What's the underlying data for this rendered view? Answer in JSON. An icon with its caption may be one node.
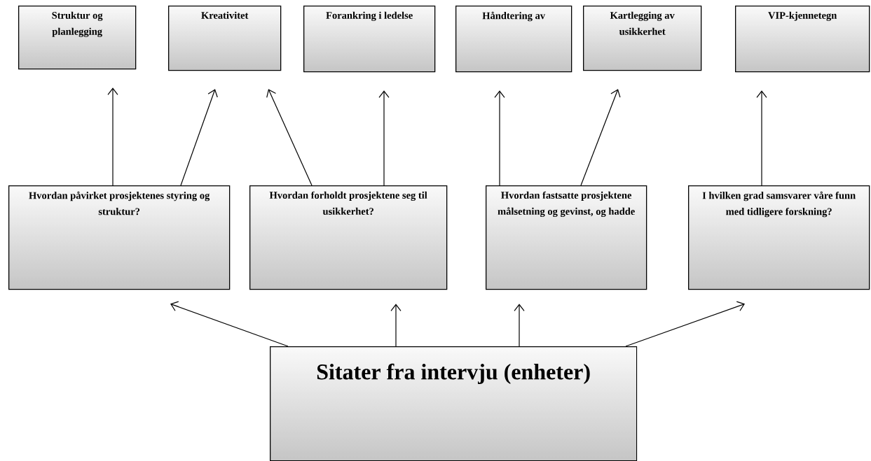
{
  "diagram": {
    "nodes": [
      {
        "text": [
          "Struktur og planlegging"
        ]
      },
      {
        "text": [
          "Kreativitet"
        ]
      },
      {
        "text": [
          "Forankring i ledelse"
        ]
      },
      {
        "text": [
          "Håndtering av"
        ]
      },
      {
        "text": [
          "Kartlegging av usikkerhet"
        ]
      },
      {
        "text": [
          "VIP-kjennetegn"
        ]
      },
      {
        "text": [
          "Hvordan påvirket prosjektenes styring og struktur?"
        ]
      },
      {
        "text": [
          "Hvordan forholdt prosjektene seg til usikkerhet?"
        ]
      },
      {
        "text": [
          "Hvordan fastsatte prosjektene målsetning og gevinst, og hadde"
        ]
      },
      {
        "text": [
          "I hvilken grad samsvarer våre funn med tidligere forskning?"
        ]
      },
      {
        "text": [
          "Sitater fra intervju (enheter)"
        ]
      }
    ],
    "edges": [
      {
        "from": 10,
        "to": 6,
        "arrow": "to"
      },
      {
        "from": 10,
        "to": 7,
        "arrow": "to"
      },
      {
        "from": 10,
        "to": 8,
        "arrow": "to"
      },
      {
        "from": 10,
        "to": 9,
        "arrow": "to"
      },
      {
        "from": 6,
        "to": 0,
        "arrow": "to"
      },
      {
        "from": 6,
        "to": 1,
        "arrow": "to"
      },
      {
        "from": 7,
        "to": 1,
        "arrow": "to"
      },
      {
        "from": 7,
        "to": 2,
        "arrow": "to"
      },
      {
        "from": 8,
        "to": 3,
        "arrow": "to"
      },
      {
        "from": 8,
        "to": 4,
        "arrow": "to"
      },
      {
        "from": 9,
        "to": 5,
        "arrow": "to"
      }
    ]
  }
}
